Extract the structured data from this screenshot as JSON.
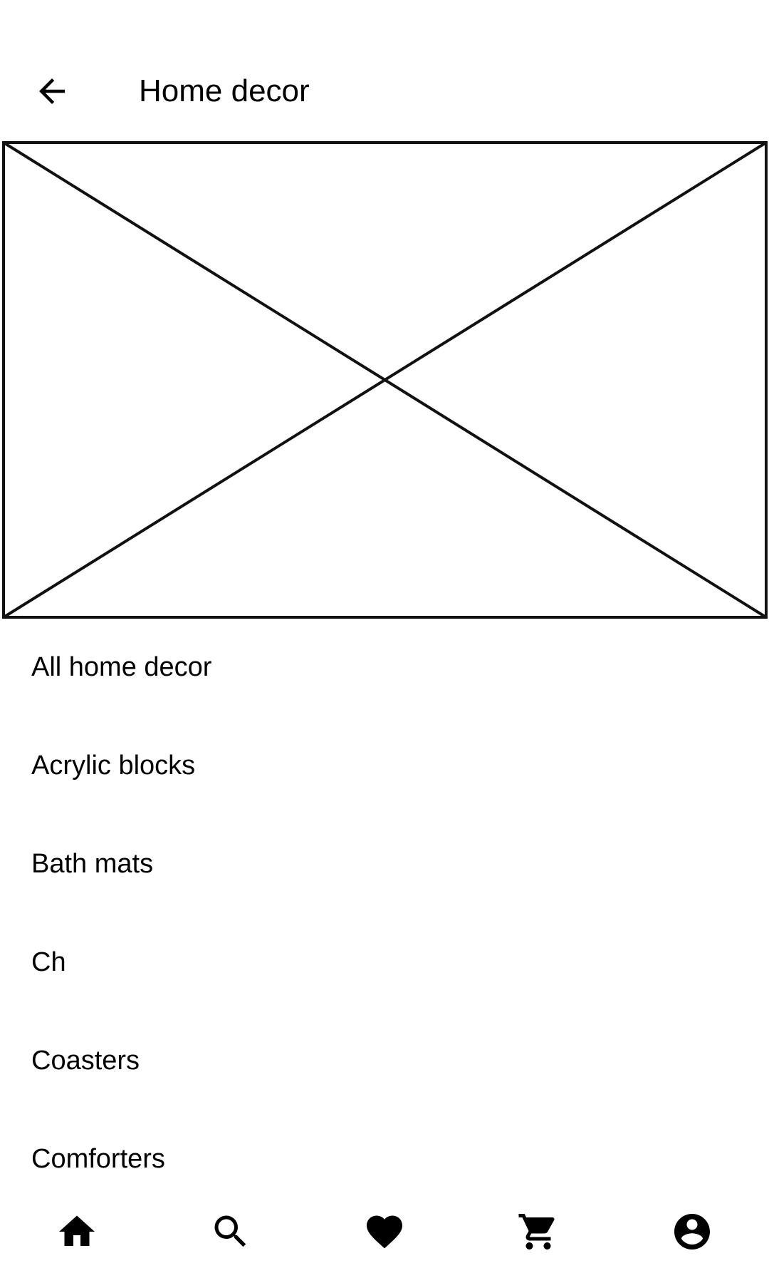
{
  "header": {
    "back_icon": "arrow-back-icon",
    "title": "Home decor"
  },
  "hero": {
    "image_placeholder": "image-placeholder"
  },
  "categories": [
    {
      "label": "All home decor"
    },
    {
      "label": "Acrylic blocks"
    },
    {
      "label": "Bath mats"
    },
    {
      "label": "Ch"
    },
    {
      "label": "Coasters"
    },
    {
      "label": "Comforters"
    }
  ],
  "bottom_nav": {
    "items": [
      {
        "icon": "home-icon"
      },
      {
        "icon": "search-icon"
      },
      {
        "icon": "heart-icon"
      },
      {
        "icon": "cart-icon"
      },
      {
        "icon": "account-icon"
      }
    ]
  },
  "colors": {
    "text": "#000000",
    "background": "#ffffff",
    "line": "#111111"
  }
}
